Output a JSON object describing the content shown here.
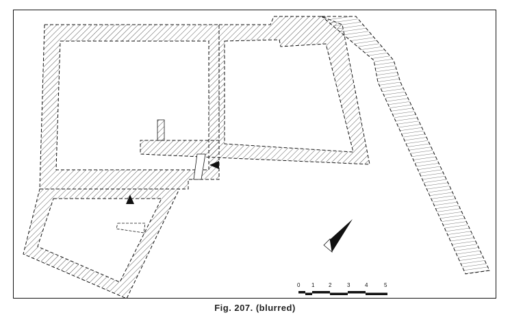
{
  "figure": {
    "caption": "Fig. 207. (blurred)",
    "scale": {
      "labels": [
        "0",
        "1",
        "2",
        "3",
        "4",
        "5"
      ]
    },
    "north_arrow": {
      "icon": "north-arrow-icon"
    },
    "markers": [
      {
        "icon": "arrow-left-icon"
      },
      {
        "icon": "arrow-up-icon"
      }
    ],
    "colors": {
      "line": "#111111",
      "hatch": "#444444",
      "background": "#ffffff"
    }
  }
}
